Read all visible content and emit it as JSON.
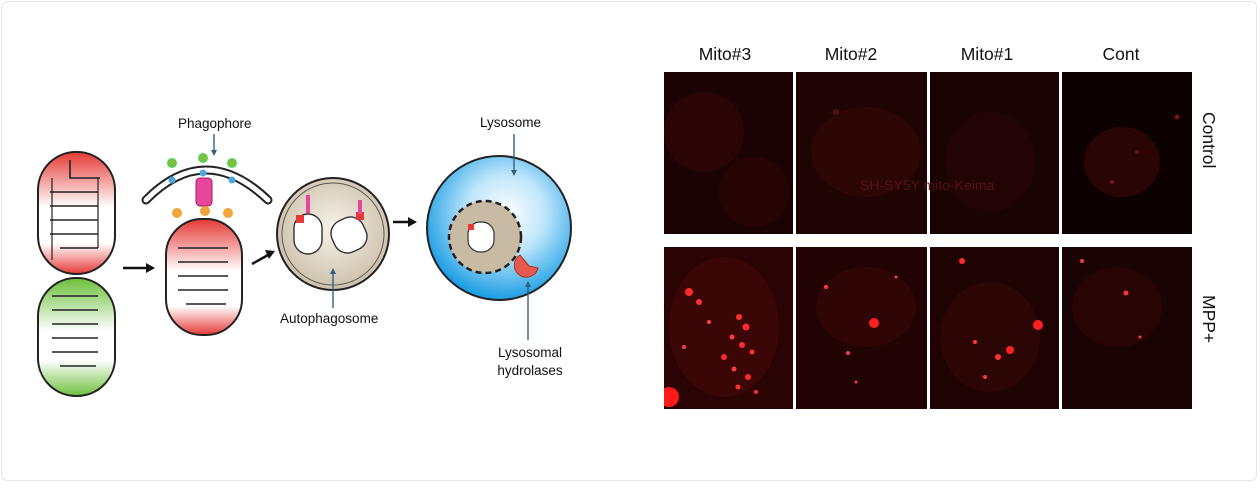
{
  "diagram": {
    "labels": {
      "phagophore": "Phagophore",
      "autophagosome": "Autophagosome",
      "lysosome": "Lysosome",
      "lysosomal_hydrolases": "Lysosomal hydrolases"
    },
    "colors": {
      "mito_damaged": "#e53935",
      "mito_healthy": "#6cbf3b",
      "lysosome_blue": "#1ea0e6",
      "autophagosome_fill": "#cfc3ad",
      "receptor_pink": "#e6479b"
    }
  },
  "micrographs": {
    "columns": [
      "Mito#3",
      "Mito#2",
      "Mito#1",
      "Cont"
    ],
    "rows": [
      "Control",
      "MPP+"
    ],
    "overlay_text": "SH-SY5Y  mito-Keima",
    "signal_color": "#ff2020"
  }
}
